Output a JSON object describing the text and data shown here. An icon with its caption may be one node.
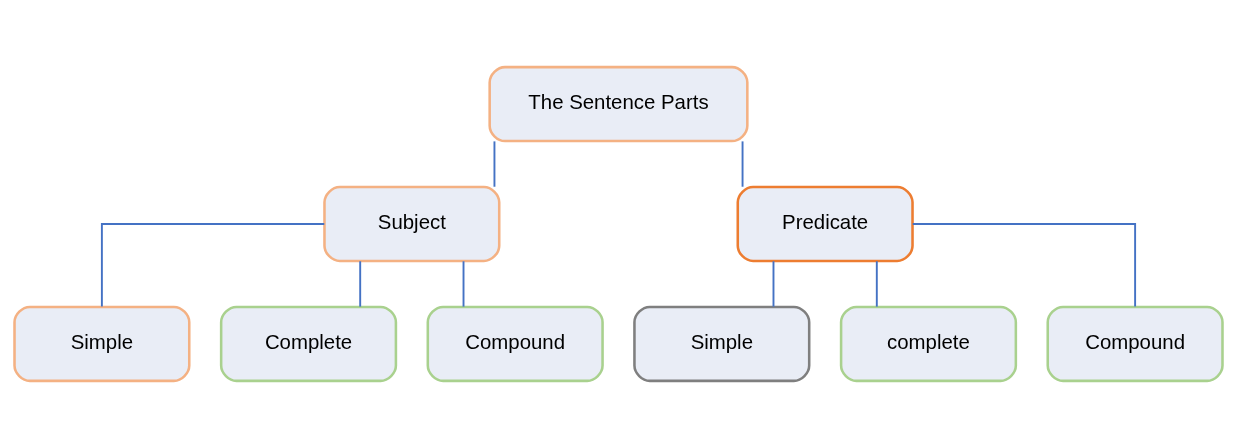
{
  "diagram": {
    "nodes": [
      {
        "text": [
          "The Sentence Parts"
        ]
      },
      {
        "text": [
          "Subject"
        ]
      },
      {
        "text": [
          "Predicate"
        ]
      },
      {
        "text": [
          "Simple"
        ]
      },
      {
        "text": [
          "Complete"
        ]
      },
      {
        "text": [
          "Compound"
        ]
      },
      {
        "text": [
          "Simple"
        ]
      },
      {
        "text": [
          "complete"
        ]
      },
      {
        "text": [
          "Compound"
        ]
      }
    ],
    "edges": [
      {
        "from": 0,
        "to": 1,
        "arrow": "none"
      },
      {
        "from": 0,
        "to": 2,
        "arrow": "none"
      },
      {
        "from": 1,
        "to": 3,
        "arrow": "none"
      },
      {
        "from": 1,
        "to": 4,
        "arrow": "none"
      },
      {
        "from": 1,
        "to": 5,
        "arrow": "none"
      },
      {
        "from": 2,
        "to": 6,
        "arrow": "none"
      },
      {
        "from": 2,
        "to": 7,
        "arrow": "none"
      },
      {
        "from": 2,
        "to": 8,
        "arrow": "none"
      }
    ]
  }
}
